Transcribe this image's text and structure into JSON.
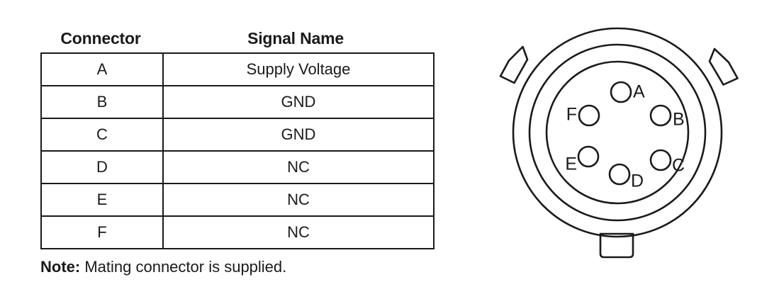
{
  "table": {
    "headers": {
      "connector": "Connector",
      "signal": "Signal Name"
    },
    "rows": [
      {
        "pin": "A",
        "signal": "Supply Voltage"
      },
      {
        "pin": "B",
        "signal": "GND"
      },
      {
        "pin": "C",
        "signal": "GND"
      },
      {
        "pin": "D",
        "signal": "NC"
      },
      {
        "pin": "E",
        "signal": "NC"
      },
      {
        "pin": "F",
        "signal": "NC"
      }
    ]
  },
  "note": {
    "label": "Note:",
    "text": " Mating connector is supplied."
  },
  "diagram": {
    "pins": [
      {
        "id": "A",
        "label": "A"
      },
      {
        "id": "B",
        "label": "B"
      },
      {
        "id": "C",
        "label": "C"
      },
      {
        "id": "D",
        "label": "D"
      },
      {
        "id": "E",
        "label": "E"
      },
      {
        "id": "F",
        "label": "F"
      }
    ]
  },
  "colors": {
    "ink": "#1a1a1a",
    "paper": "#ffffff"
  }
}
